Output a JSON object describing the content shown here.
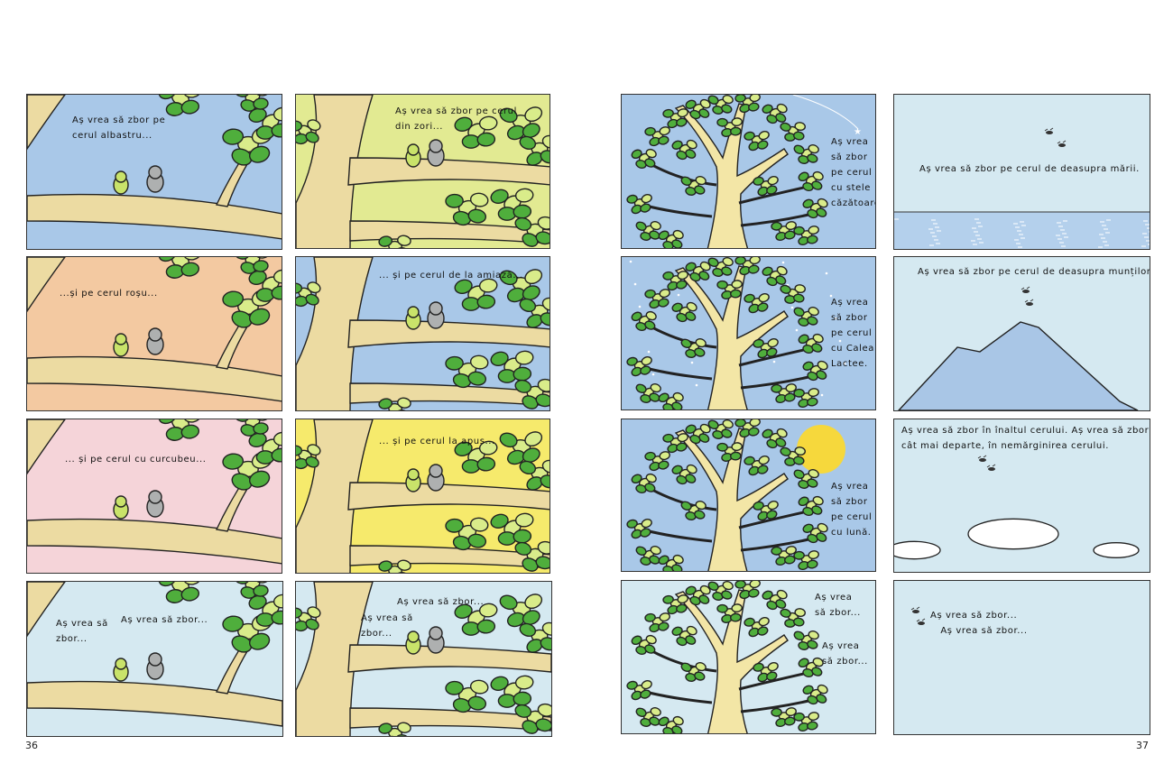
{
  "page_numbers": {
    "left": "36",
    "right": "37"
  },
  "left_page": {
    "panels": [
      {
        "texts": [
          "Aș vrea să zbor pe\ncerul albastru..."
        ]
      },
      {
        "texts": [
          "Aș vrea să zbor pe cerul\ndin zori..."
        ]
      },
      {
        "texts": [
          "...și pe cerul roșu..."
        ]
      },
      {
        "texts": [
          "... și pe cerul de la amiază..."
        ]
      },
      {
        "texts": [
          "... și pe cerul cu curcubeu..."
        ]
      },
      {
        "texts": [
          "... și pe cerul la apus..."
        ]
      },
      {
        "texts": [
          "Aș vrea să\nzbor...",
          "Aș vrea să zbor..."
        ]
      },
      {
        "texts": [
          "Aș vrea să zbor...",
          "Aș vrea să\nzbor..."
        ]
      }
    ]
  },
  "right_page": {
    "panels": [
      {
        "texts": [
          "Aș vrea\nsă zbor\npe cerul\ncu stele\ncăzătoare."
        ]
      },
      {
        "texts": [
          "Aș vrea să zbor pe cerul de deasupra mării."
        ]
      },
      {
        "texts": [
          "Aș vrea\nsă zbor\npe cerul\ncu Calea\nLactee."
        ]
      },
      {
        "texts": [
          "Aș vrea să zbor pe cerul de deasupra munților."
        ]
      },
      {
        "texts": [
          "Aș vrea\nsă zbor\npe cerul\ncu lună."
        ]
      },
      {
        "texts": [
          "Aș vrea să zbor în înaltul cerului. Aș vrea să zbor\ncât mai departe, în nemărginirea cerului."
        ]
      },
      {
        "texts": [
          "Aș vrea\nsă zbor...",
          "Aș vrea\nsă zbor..."
        ]
      },
      {
        "texts": [
          "Aș vrea să zbor...\n   Aș vrea să zbor..."
        ]
      }
    ]
  },
  "colors": {
    "sky_blue": "#a9c8e8",
    "dawn": "#e2ea92",
    "red_sky": "#f3c9a1",
    "rainbow_sky": "#f5d4d9",
    "sunset": "#f6ea6c",
    "pale_sky": "#d5e9f1",
    "branch": "#ecdba2",
    "leaf": "#4fae3c",
    "leaf_light": "#d9ec8a",
    "moon": "#f6d83c",
    "mountain": "#a9c6e6",
    "sea": "#b4d0ec"
  }
}
